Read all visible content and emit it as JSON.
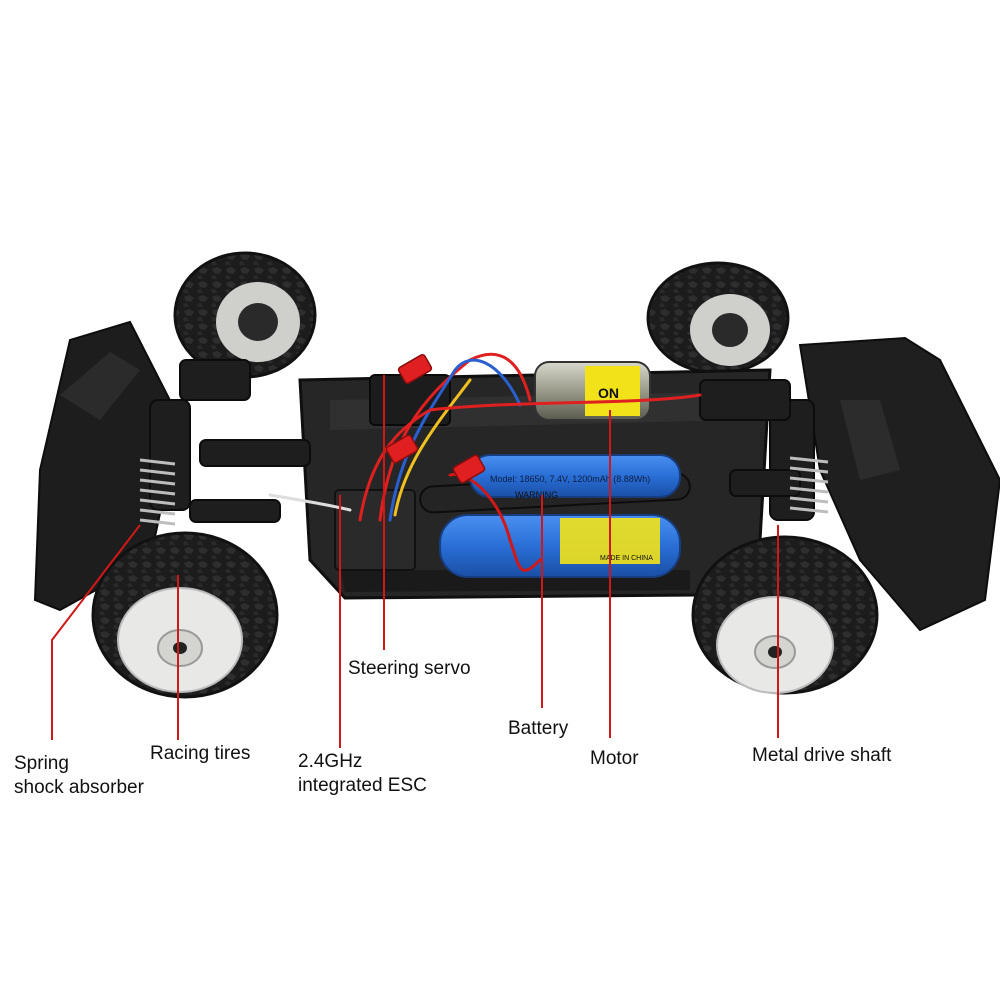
{
  "colors": {
    "leader_line": "#d01818",
    "chassis": "#222222",
    "tire": "#1a1a1a",
    "rim": "#e8e8e6",
    "battery_blue": "#2a6fd6",
    "motor_yellow": "#f2e21a",
    "wire_red": "#e02020"
  },
  "callouts": {
    "spring_shock_absorber": {
      "line1": "Spring",
      "line2": "shock absorber"
    },
    "racing_tires": {
      "line1": "Racing tires"
    },
    "integrated_esc": {
      "line1": "2.4GHz",
      "line2": "integrated ESC"
    },
    "steering_servo": {
      "line1": "Steering servo"
    },
    "battery": {
      "line1": "Battery"
    },
    "motor": {
      "line1": "Motor"
    },
    "metal_drive_shaft": {
      "line1": "Metal drive shaft"
    }
  },
  "battery_label": {
    "spec_text": "Model: 18650, 7.4V, 1200mAh (8.88Wh)",
    "warning_text": "WARNING",
    "origin_text": "MADE IN CHINA"
  },
  "motor_label": {
    "text": "ON"
  }
}
